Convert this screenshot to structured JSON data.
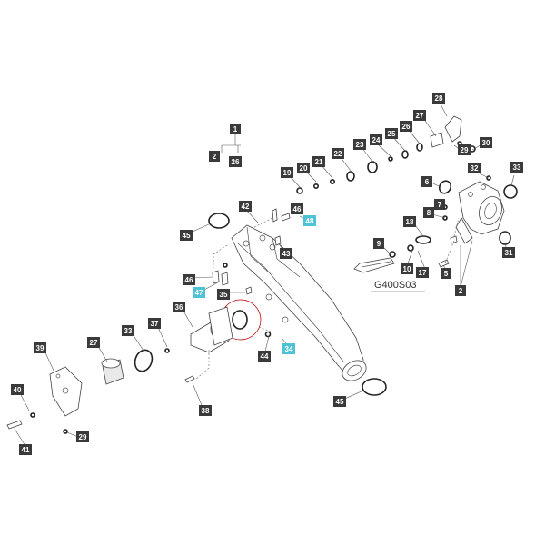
{
  "diagram_code": "G400S03",
  "callouts": [
    {
      "n": "1"
    },
    {
      "n": "2"
    },
    {
      "n": "26"
    },
    {
      "n": "27"
    },
    {
      "n": "28"
    },
    {
      "n": "29"
    },
    {
      "n": "30"
    },
    {
      "n": "26"
    },
    {
      "n": "25"
    },
    {
      "n": "24"
    },
    {
      "n": "23"
    },
    {
      "n": "22"
    },
    {
      "n": "21"
    },
    {
      "n": "20"
    },
    {
      "n": "19"
    },
    {
      "n": "32"
    },
    {
      "n": "33"
    },
    {
      "n": "6"
    },
    {
      "n": "7"
    },
    {
      "n": "8"
    },
    {
      "n": "18"
    },
    {
      "n": "9"
    },
    {
      "n": "10"
    },
    {
      "n": "17"
    },
    {
      "n": "5"
    },
    {
      "n": "31"
    },
    {
      "n": "2"
    },
    {
      "n": "42"
    },
    {
      "n": "46"
    },
    {
      "n": "48",
      "highlight": true
    },
    {
      "n": "43"
    },
    {
      "n": "45"
    },
    {
      "n": "46"
    },
    {
      "n": "47",
      "highlight": true
    },
    {
      "n": "35"
    },
    {
      "n": "36"
    },
    {
      "n": "37"
    },
    {
      "n": "33"
    },
    {
      "n": "27"
    },
    {
      "n": "39"
    },
    {
      "n": "40"
    },
    {
      "n": "41"
    },
    {
      "n": "29"
    },
    {
      "n": "38"
    },
    {
      "n": "44"
    },
    {
      "n": "34",
      "highlight": true
    },
    {
      "n": "45"
    }
  ],
  "colors": {
    "label_dark": "#3a3a3a",
    "label_highlight": "#4fc3d6",
    "line": "#444444"
  }
}
